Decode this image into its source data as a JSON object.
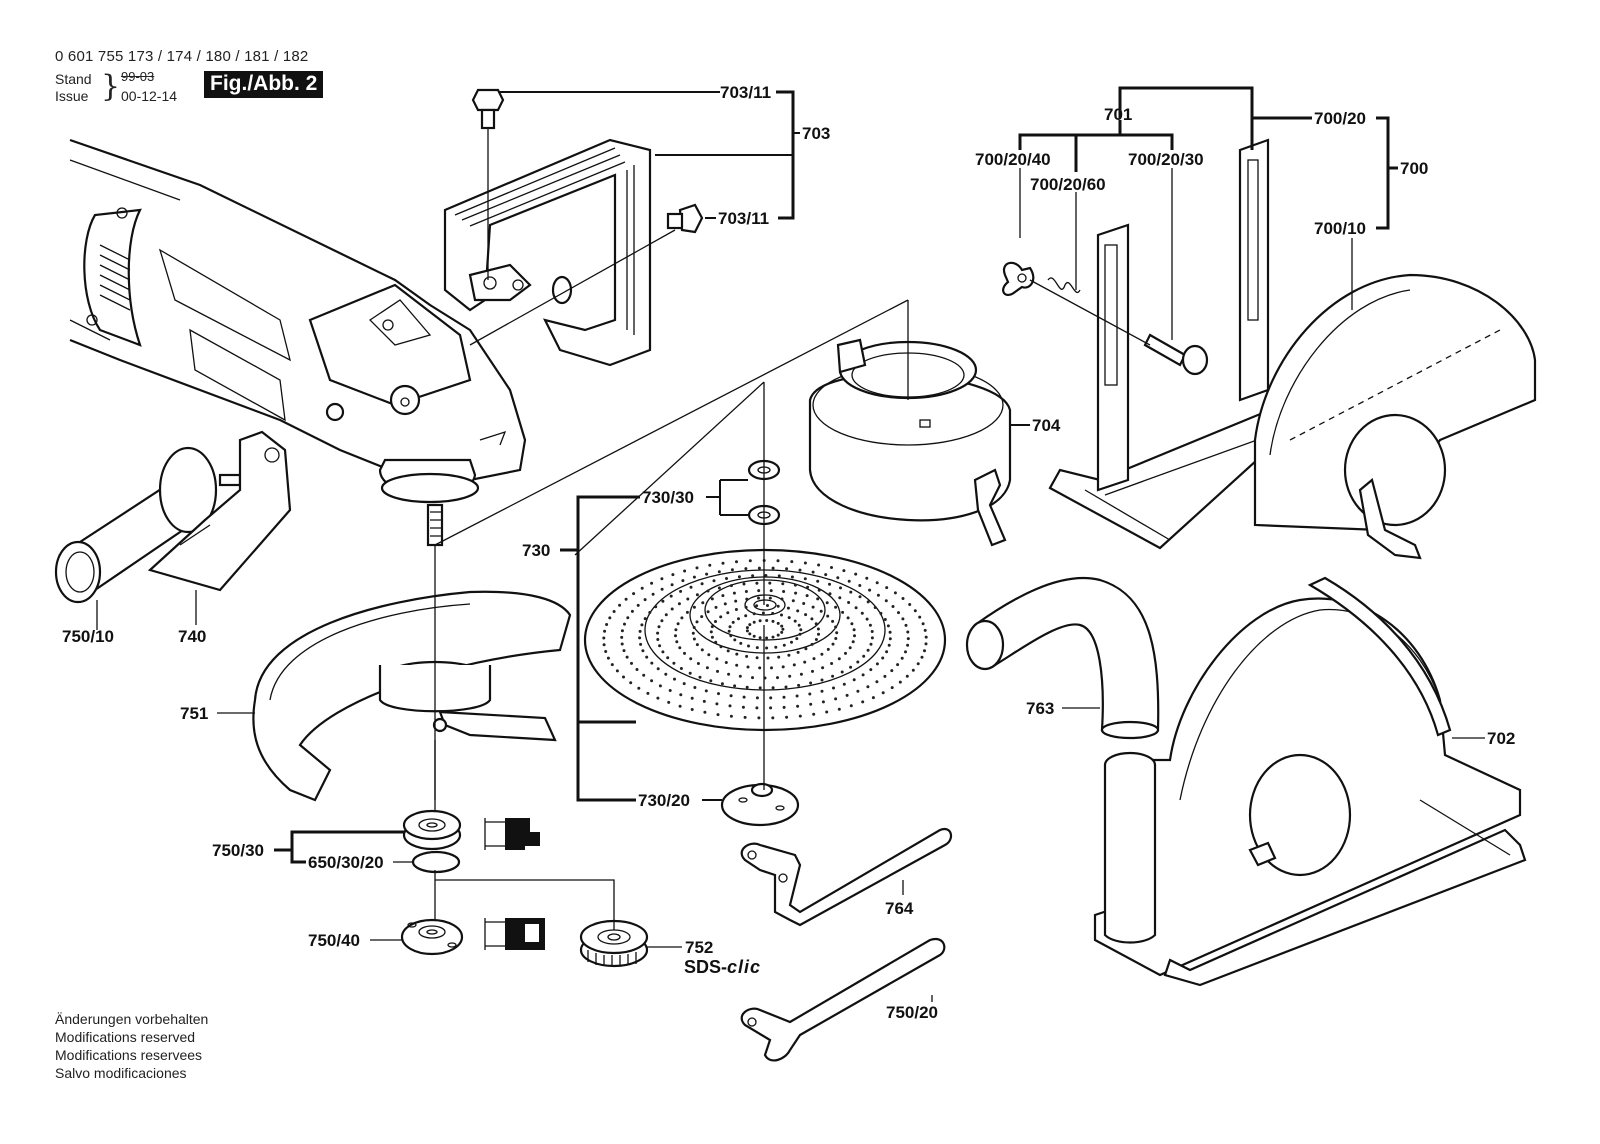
{
  "header": {
    "part_numbers": "0 601 755 173 / 174 / 180 / 181 / 182",
    "stand_label": "Stand",
    "issue_label": "Issue",
    "old_date": "99-03",
    "issue_date": "00-12-14",
    "figure_badge": "Fig./Abb. 2"
  },
  "footer": {
    "lines": [
      "Änderungen vorbehalten",
      "Modifications reserved",
      "Modifications reservees",
      "Salvo modificaciones"
    ]
  },
  "callouts": {
    "c703_11_a": "703/11",
    "c703": "703",
    "c703_11_b": "703/11",
    "c701": "701",
    "c700_20_40": "700/20/40",
    "c700_20_60": "700/20/60",
    "c700_20_30": "700/20/30",
    "c700_20": "700/20",
    "c700": "700",
    "c700_10": "700/10",
    "c704": "704",
    "c730_30": "730/30",
    "c730": "730",
    "c730_20": "730/20",
    "c750_10": "750/10",
    "c740": "740",
    "c751": "751",
    "c750_30": "750/30",
    "c650_30_20": "650/30/20",
    "c750_40": "750/40",
    "c752": "752",
    "sds_brand": "SDS-",
    "sds_clic": "clic",
    "c763": "763",
    "c702": "702",
    "c764": "764",
    "c750_20": "750/20"
  }
}
